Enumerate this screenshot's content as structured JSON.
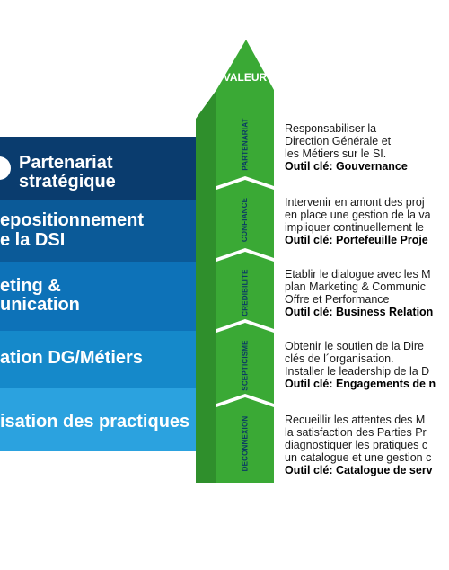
{
  "arrow": {
    "head_label": "VALEUR",
    "color": "#3aa935"
  },
  "levels": [
    {
      "title_lines": [
        "Partenariat",
        "stratégique"
      ],
      "stage": "PARTENARIAT",
      "desc_lines": [
        "Responsabiliser la",
        "Direction Générale et",
        "les Métiers sur le SI."
      ],
      "tool": "Outil clé: Gouvernance"
    },
    {
      "title_lines": [
        "epositionnement",
        "e la DSI"
      ],
      "stage": "CONFIANCE",
      "desc_lines": [
        "Intervenir en amont des proj",
        "en place une gestion de la va",
        "impliquer continuellement le"
      ],
      "tool": "Outil clé: Portefeuille Proje"
    },
    {
      "title_lines": [
        "eting &",
        "unication"
      ],
      "stage": "CREDIBILITE",
      "desc_lines": [
        "Etablir le dialogue avec les M",
        "plan Marketing & Communic",
        "Offre et Performance"
      ],
      "tool": "Outil clé: Business Relation"
    },
    {
      "title_lines": [
        "ation DG/Métiers"
      ],
      "stage": "SCEPTICISME",
      "desc_lines": [
        "Obtenir le soutien de la Dire",
        "clés de l´organisation.",
        "Installer le leadership de la D"
      ],
      "tool": "Outil clé: Engagements de n"
    },
    {
      "title_lines": [
        "isation des practiques"
      ],
      "stage": "DECONNEXION",
      "desc_lines": [
        "Recueillir les attentes des M",
        "la satisfaction des Parties Pr",
        "diagnostiquer les pratiques c",
        "un catalogue et une gestion c"
      ],
      "tool": "Outil clé: Catalogue de serv"
    }
  ]
}
